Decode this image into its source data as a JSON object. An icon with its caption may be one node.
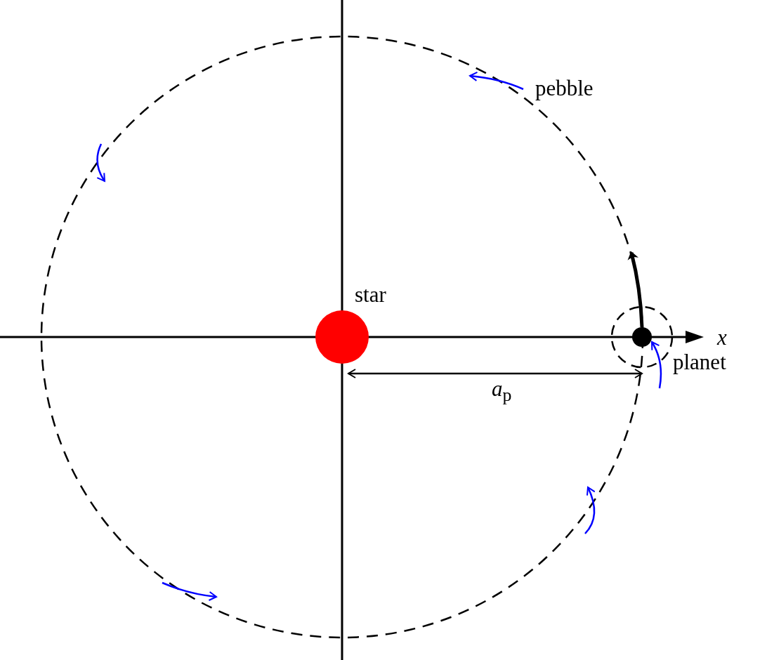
{
  "diagram": {
    "nodes": [
      {
        "text": [
          "star"
        ]
      },
      {
        "text": [
          "planet"
        ]
      }
    ],
    "labels": [
      "pebble",
      "x",
      "*a*$_{p}$"
    ]
  }
}
